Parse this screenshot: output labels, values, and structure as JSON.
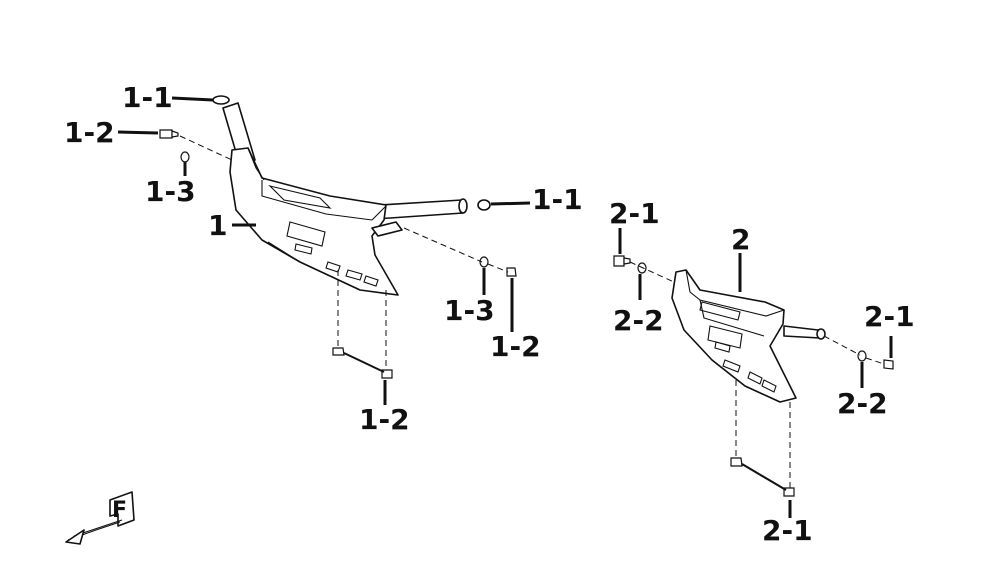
{
  "callouts": {
    "c1_1_top": "1-1",
    "c1_2_left": "1-2",
    "c1_3_left": "1-3",
    "c1_main": "1",
    "c1_1_right": "1-1",
    "c1_3_bottom": "1-3",
    "c1_2_right": "1-2",
    "c1_2_bottom": "1-2",
    "c2_1_top": "2-1",
    "c2_main": "2",
    "c2_2_left": "2-2",
    "c2_1_right": "2-1",
    "c2_2_right": "2-2",
    "c2_1_bottom": "2-1"
  },
  "front_indicator": "F",
  "icons": [
    "front-direction-arrow-icon"
  ]
}
